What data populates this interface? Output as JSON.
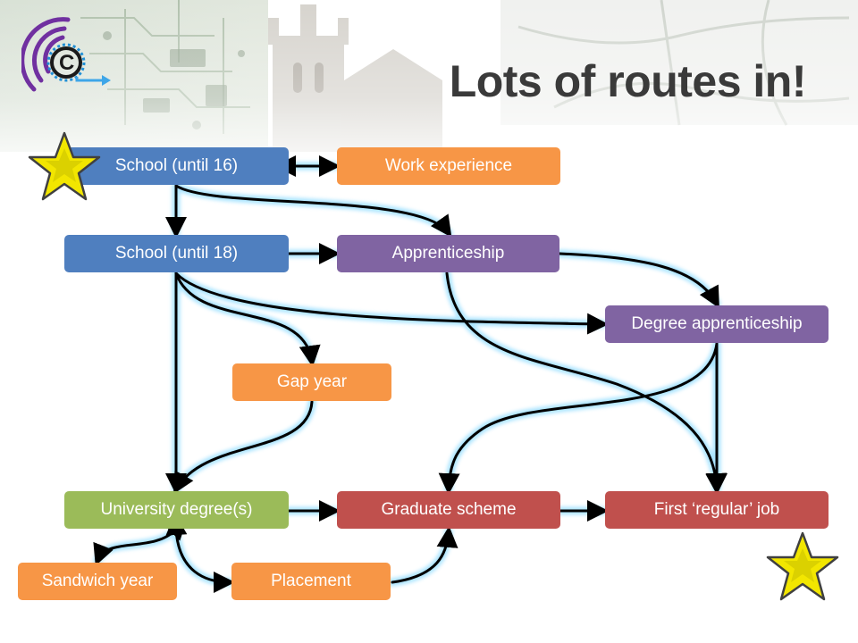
{
  "slide": {
    "title": "Lots of routes in!"
  },
  "colors": {
    "school": "#4f7fbf",
    "experience": "#f79646",
    "apprenticeship": "#8064a2",
    "university": "#9bbb59",
    "employment": "#c0504d",
    "arrow_glow": "#8fdcff",
    "star_fill": "#f2e600"
  },
  "nodes": {
    "school16": "School (until 16)",
    "work_experience": "Work experience",
    "school18": "School (until 18)",
    "apprenticeship": "Apprenticeship",
    "degree_apprenticeship": "Degree apprenticeship",
    "gap_year": "Gap year",
    "university": "University degree(s)",
    "graduate_scheme": "Graduate scheme",
    "first_job": "First ‘regular’ job",
    "sandwich_year": "Sandwich year",
    "placement": "Placement"
  },
  "icons": {
    "start": "star-icon",
    "end": "star-icon",
    "logo": "cyber-c-logo-icon"
  }
}
